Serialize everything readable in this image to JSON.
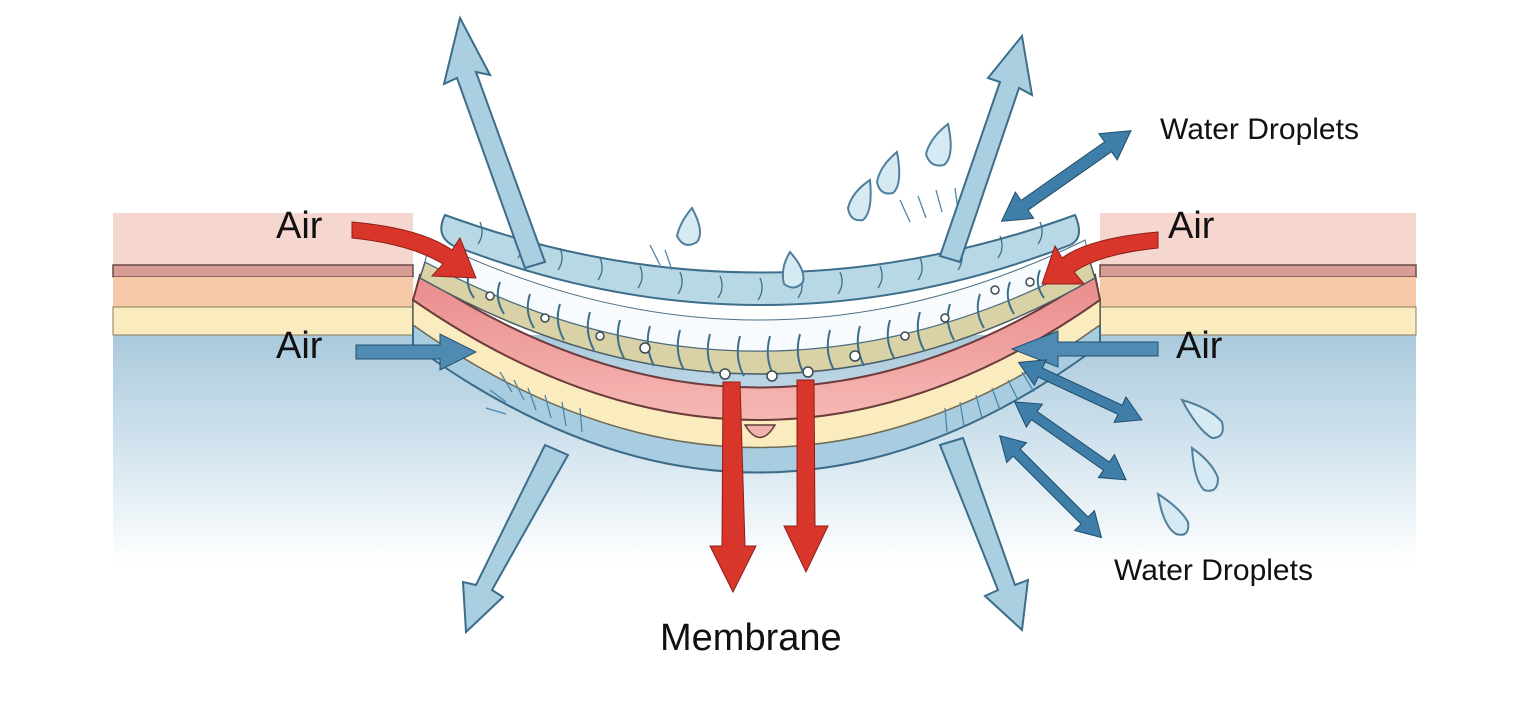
{
  "labels": {
    "air_top_left": "Air",
    "air_bottom_left": "Air",
    "air_top_right": "Air",
    "air_bottom_right": "Air",
    "water_droplets_top": "Water Droplets",
    "water_droplets_bottom": "Water Droplets",
    "membrane": "Membrane"
  },
  "colors": {
    "air_arrow_red": "#d9362b",
    "flow_arrow_blue": "#3f7ea8",
    "light_blue_arrow": "#a9cfe0",
    "droplet": "#d6eaf3",
    "layer_pink": "#f5d7cf",
    "layer_salmon": "#f5c8a8",
    "layer_yellow": "#fbecbf",
    "water_blue": "#9ec3d8",
    "membrane_core": "#f0a1a1"
  },
  "icons": [
    "water-droplet-icon",
    "arrow-icon",
    "double-arrow-icon"
  ]
}
